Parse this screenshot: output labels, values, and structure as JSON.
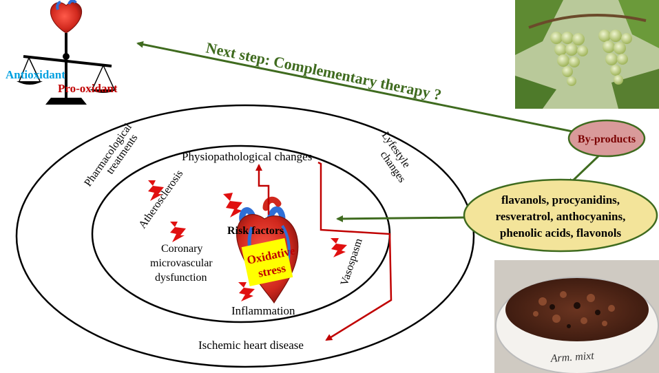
{
  "balance": {
    "antioxidant": "Antioxidant",
    "prooxidant": "Pro-oxidant"
  },
  "next_step": "Next step: Complementary therapy ?",
  "outer_ring": {
    "pharmacological": [
      "Pharmacological",
      "treatments"
    ],
    "lifestyle": [
      "Lyfestyle",
      "changes"
    ],
    "ischemic": "Ischemic heart disease"
  },
  "inner_ring": {
    "physio": "Physiopathological changes",
    "atherosclerosis": "Atherosclerosis",
    "coronary": [
      "Coronary",
      "microvascular",
      "dysfunction"
    ],
    "risk_factors": "Risk  factors",
    "oxidative": [
      "Oxidative",
      "stress"
    ],
    "inflammation": "Inflammation",
    "vasospasm": "Vasospasm"
  },
  "byproducts": "By-products",
  "compounds": [
    "flavanols, procyanidins,",
    "resveratrol, anthocyanins,",
    "phenolic acids, flavonols"
  ],
  "pomace_label": "Arm. mixt",
  "colors": {
    "arrow_green": "#3f6b1f",
    "arrow_red": "#c00000",
    "antioxidant": "#00a0e0",
    "prooxidant": "#c00000",
    "byproducts_fill": "#d99a9a",
    "compounds_fill": "#f3e49a",
    "compounds_stroke": "#3f6b1f",
    "oxidative_fill": "#ffff00"
  }
}
